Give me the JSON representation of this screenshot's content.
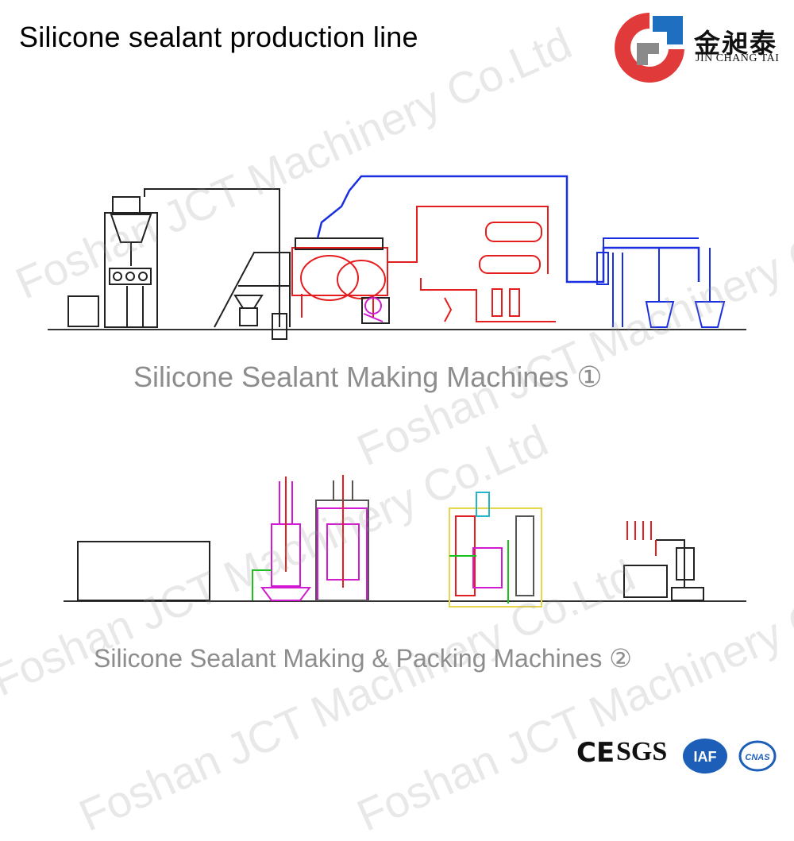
{
  "title": "Silicone sealant production line",
  "logo": {
    "cn_text": "金昶泰",
    "en_text": "JIN CHANG TAI",
    "colors": {
      "red": "#e03a3a",
      "blue": "#1f6fc0",
      "grey": "#8a8a8a"
    }
  },
  "sections": [
    {
      "caption": "Silicone Sealant Making Machines ①"
    },
    {
      "caption": "Silicone Sealant Making & Packing Machines ②"
    }
  ],
  "watermark": {
    "text": "Foshan JCT Machinery Co.Ltd"
  },
  "certifications": {
    "ce": "CE",
    "sgs": "SGS",
    "iaf": "IAF",
    "cnas": "CNAS"
  },
  "colors": {
    "line_black": "#222222",
    "red": "#e41e1e",
    "blue": "#1a2fe0",
    "magenta": "#d11ad1",
    "green": "#18c21a",
    "yellow": "#e8d64a",
    "cyan": "#22b4c8",
    "caption_grey": "#8d8d8d"
  }
}
